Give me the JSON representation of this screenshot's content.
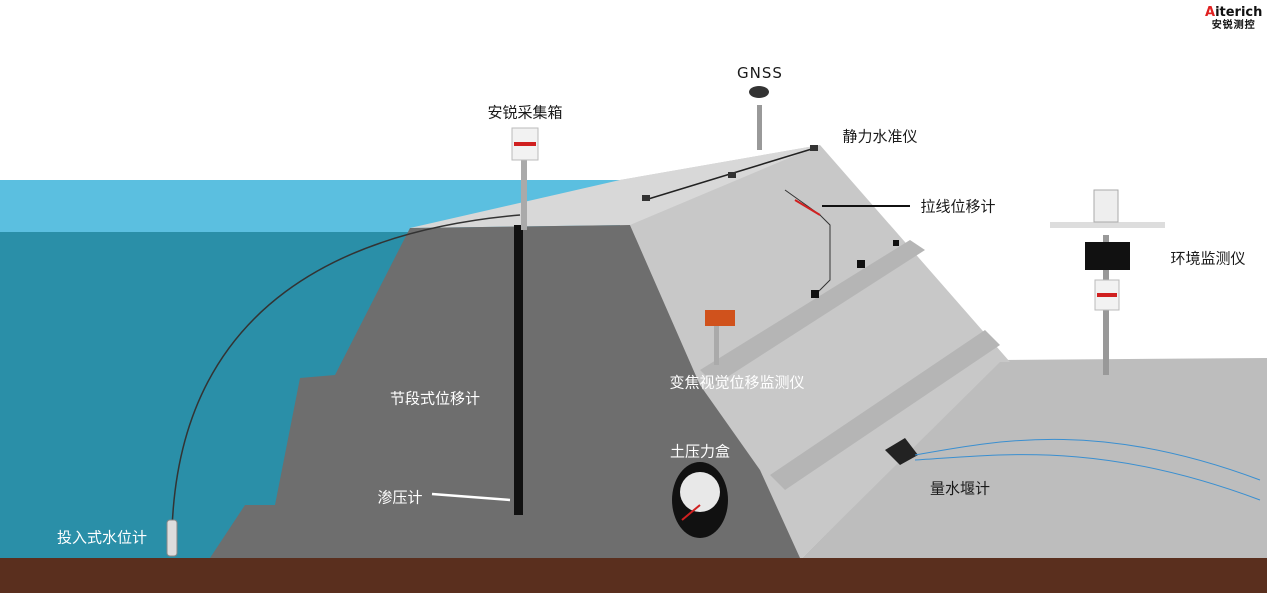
{
  "logo": {
    "brand_en_initial": "A",
    "brand_en_rest": "iterich",
    "brand_cn": "安锐测控"
  },
  "labels": {
    "gnss": "GNSS",
    "collector_box": "安锐采集箱",
    "static_level": "静力水准仪",
    "wire_displacement": "拉线位移计",
    "environment_monitor": "环境监测仪",
    "zoom_vision_monitor": "变焦视觉位移监测仪",
    "segment_displacement": "节段式位移计",
    "earth_pressure_cell": "土压力盒",
    "piezometer": "渗压计",
    "weir_meter": "量水堰计",
    "submersible_level": "投入式水位计"
  },
  "colors": {
    "water_top": "#5bbfe0",
    "water_deep": "#2a8fa8",
    "dam_dark": "#6e6e6e",
    "dam_light": "#c9c9c9",
    "ground": "#5a2f1e"
  }
}
